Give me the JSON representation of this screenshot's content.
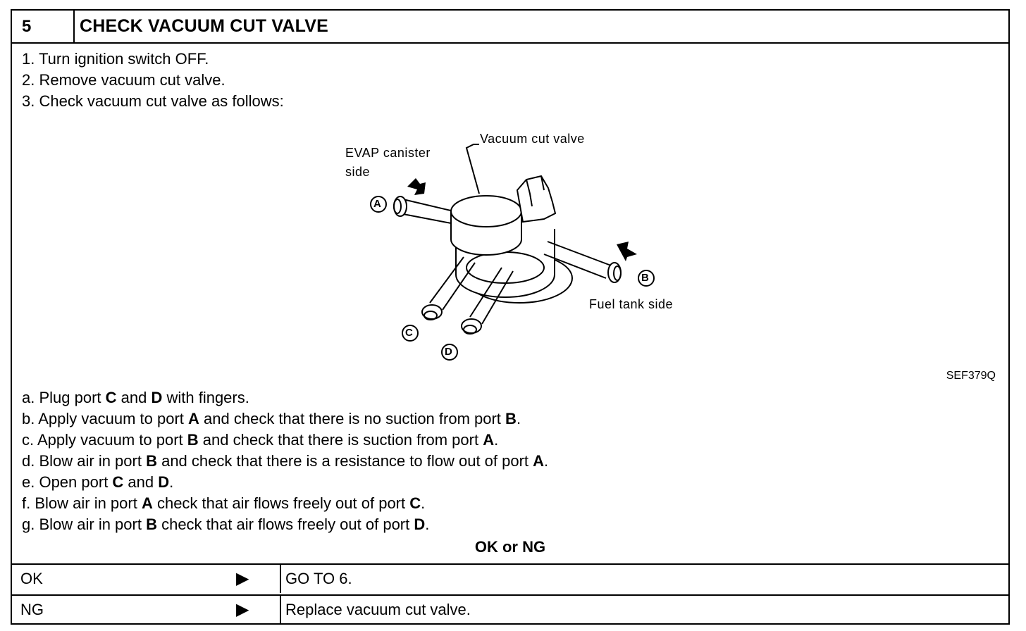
{
  "header": {
    "step_number": "5",
    "title": "CHECK VACUUM CUT VALVE"
  },
  "steps": [
    "1.  Turn ignition switch OFF.",
    "2.  Remove vacuum cut valve.",
    "3.  Check vacuum cut valve as follows:"
  ],
  "figure": {
    "label_valve": "Vacuum cut valve",
    "label_evap_line1": "EVAP canister",
    "label_evap_line2": "side",
    "label_fuel": "Fuel tank side",
    "port_a": "A",
    "port_b": "B",
    "port_c": "C",
    "port_d": "D",
    "code": "SEF379Q"
  },
  "checks": [
    {
      "id": "a",
      "segments": [
        {
          "t": "a.  Plug port "
        },
        {
          "t": "C",
          "b": true
        },
        {
          "t": " and "
        },
        {
          "t": "D",
          "b": true
        },
        {
          "t": " with fingers."
        }
      ]
    },
    {
      "id": "b",
      "segments": [
        {
          "t": "b.  Apply vacuum to port "
        },
        {
          "t": "A",
          "b": true
        },
        {
          "t": " and check that there is no suction from port "
        },
        {
          "t": "B",
          "b": true
        },
        {
          "t": "."
        }
      ]
    },
    {
      "id": "c",
      "segments": [
        {
          "t": "c.  Apply vacuum to port "
        },
        {
          "t": "B",
          "b": true
        },
        {
          "t": " and check that there is suction from port "
        },
        {
          "t": "A",
          "b": true
        },
        {
          "t": "."
        }
      ]
    },
    {
      "id": "d",
      "segments": [
        {
          "t": "d.  Blow air in port "
        },
        {
          "t": "B",
          "b": true
        },
        {
          "t": " and check that there is a resistance to flow out of port "
        },
        {
          "t": "A",
          "b": true
        },
        {
          "t": "."
        }
      ]
    },
    {
      "id": "e",
      "segments": [
        {
          "t": "e.  Open port "
        },
        {
          "t": "C",
          "b": true
        },
        {
          "t": " and "
        },
        {
          "t": "D",
          "b": true
        },
        {
          "t": "."
        }
      ]
    },
    {
      "id": "f",
      "segments": [
        {
          "t": "f.  Blow air in port "
        },
        {
          "t": "A",
          "b": true
        },
        {
          "t": " check that air flows freely out of port "
        },
        {
          "t": "C",
          "b": true
        },
        {
          "t": "."
        }
      ]
    },
    {
      "id": "g",
      "segments": [
        {
          "t": "g.  Blow air in port "
        },
        {
          "t": "B",
          "b": true
        },
        {
          "t": " check that air flows freely out of port "
        },
        {
          "t": "D",
          "b": true
        },
        {
          "t": "."
        }
      ]
    }
  ],
  "result_heading": "OK or NG",
  "results": [
    {
      "label": "OK",
      "arrow": "▶",
      "action": "GO TO 6."
    },
    {
      "label": "NG",
      "arrow": "▶",
      "action": "Replace vacuum cut valve."
    }
  ]
}
